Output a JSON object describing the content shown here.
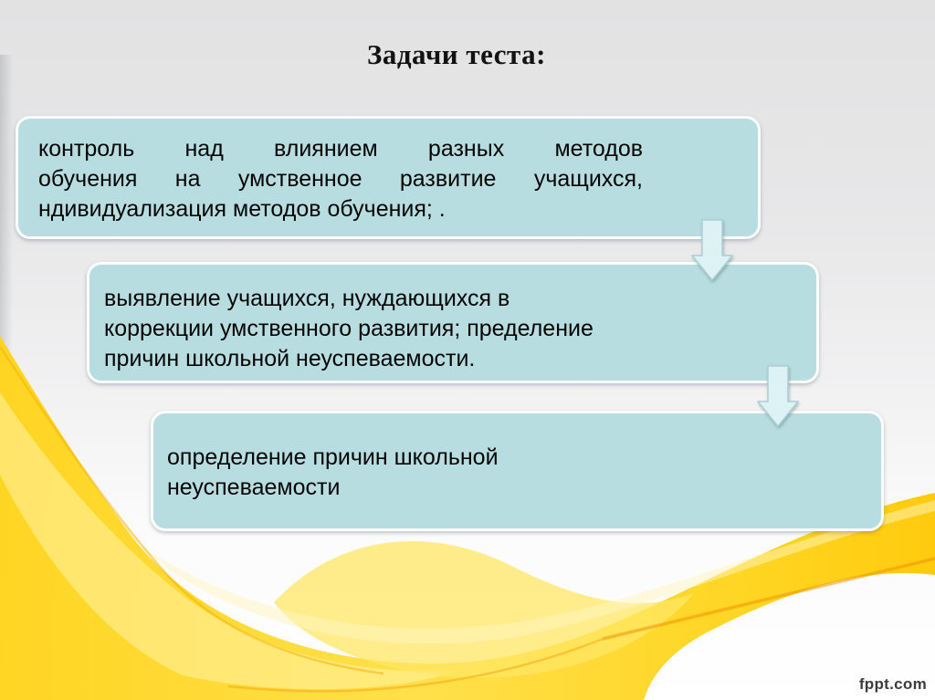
{
  "slide": {
    "title": "Задачи теста:",
    "watermark": "fppt.com"
  },
  "boxes": [
    {
      "name": "flow-step-1",
      "lines": [
        "контроль над влиянием разных методов",
        "обучения на умственное развитие учащихся,",
        "ндивидуализация методов обучения; ."
      ]
    },
    {
      "name": "flow-step-2",
      "lines": [
        "выявление учащихся, нуждающихся в",
        "коррекции умственного развития; пределение",
        "причин школьной неуспеваемости."
      ]
    },
    {
      "name": "flow-step-3",
      "lines": [
        "определение причин школьной",
        "неуспеваемости"
      ]
    }
  ],
  "icons": [
    {
      "name": "down-arrow"
    },
    {
      "name": "down-arrow"
    }
  ],
  "colors": {
    "box_fill": "#b8dde0",
    "box_border": "#fbfdfd",
    "arrow_fill": "#dcf2f5",
    "arrow_border": "#a9cfd6",
    "title_color": "#121212",
    "text_color": "#050505",
    "watermark_color": "#3c3c3c",
    "ribbon_main": "#ffd41c",
    "ribbon_light": "#ffe766",
    "ribbon_pale": "#fff3a6",
    "ribbon_accent": "#ef9500"
  }
}
